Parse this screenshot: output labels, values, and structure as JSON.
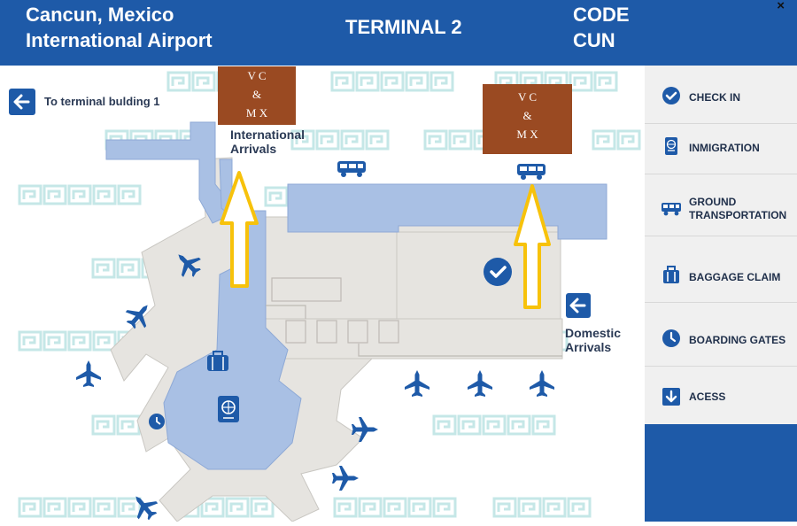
{
  "header": {
    "airport_line1": "Cancun, Mexico",
    "airport_line2": "International Airport",
    "terminal": "TERMINAL 2",
    "code_label": "CODE",
    "code_value": "CUN",
    "close_symbol": "×"
  },
  "map": {
    "back_link": "To terminal bulding 1",
    "intl_arrivals_line1": "International",
    "intl_arrivals_line2": "Arrivals",
    "domestic_arrivals_line1": "Domestic",
    "domestic_arrivals_line2": "Arrivals",
    "badge_line1": "V C",
    "badge_line2": "&",
    "badge_line3": "M X",
    "watermark": "ᘔᘔᘔᘔᘔ"
  },
  "sidebar": {
    "items": [
      {
        "label_1": "CHECK IN",
        "label_2": "",
        "icon": "check-circle-icon"
      },
      {
        "label_1": "INMIGRATION",
        "label_2": "",
        "icon": "passport-icon"
      },
      {
        "label_1": "GROUND",
        "label_2": "TRANSPORTATION",
        "icon": "van-icon"
      },
      {
        "label_1": "BAGGAGE CLAIM",
        "label_2": "",
        "icon": "luggage-icon"
      },
      {
        "label_1": "BOARDING GATES",
        "label_2": "",
        "icon": "clock-icon"
      },
      {
        "label_1": "ACESS",
        "label_2": "",
        "icon": "arrow-down-icon"
      }
    ]
  },
  "colors": {
    "brand_blue": "#1e5aa8",
    "terminal_blue": "#a9c0e4",
    "floor": "#e6e4e0",
    "arrow_yellow": "#f7c20b",
    "badge_brown": "#9a4a22",
    "watermark": "#bfe5e5"
  }
}
